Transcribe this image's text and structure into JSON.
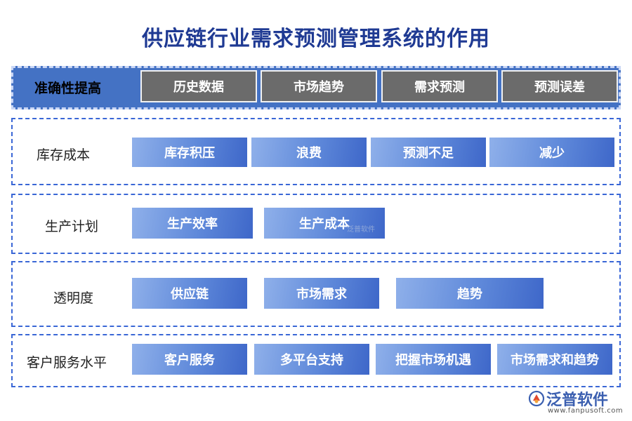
{
  "title": "供应链行业需求预测管理系统的作用",
  "rows": [
    {
      "label": "准确性提高",
      "items": [
        "历史数据",
        "市场趋势",
        "需求预测",
        "预测误差"
      ]
    },
    {
      "label": "库存成本",
      "items": [
        "库存积压",
        "浪费",
        "预测不足",
        "减少"
      ]
    },
    {
      "label": "生产计划",
      "items": [
        "生产效率",
        "生产成本"
      ]
    },
    {
      "label": "透明度",
      "items": [
        "供应链",
        "市场需求",
        "趋势"
      ]
    },
    {
      "label": "客户服务水平",
      "items": [
        "客户服务",
        "多平台支持",
        "把握市场机遇",
        "市场需求和趋势"
      ]
    }
  ],
  "watermark": "泛普软件",
  "brand": {
    "name": "泛普软件",
    "url": "www.fanpusoft.com"
  }
}
